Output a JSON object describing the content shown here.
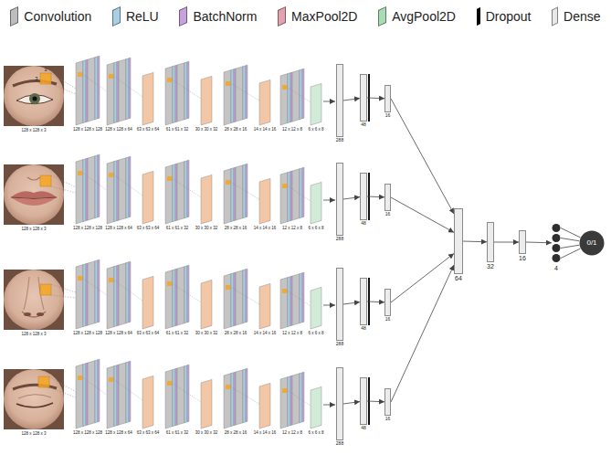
{
  "diagram": {
    "nodes": [
      {
        "text": [
          "288"
        ]
      },
      {
        "text": [
          "48"
        ]
      },
      {
        "text": [
          "16"
        ]
      },
      {
        "text": [
          "288"
        ]
      },
      {
        "text": [
          "48"
        ]
      },
      {
        "text": [
          "16"
        ]
      },
      {
        "text": [
          "288"
        ]
      },
      {
        "text": [
          "48"
        ]
      },
      {
        "text": [
          "16"
        ]
      },
      {
        "text": [
          "288"
        ]
      },
      {
        "text": [
          "48"
        ]
      },
      {
        "text": [
          "16"
        ]
      },
      {
        "text": [
          "64"
        ]
      },
      {
        "text": [
          "32"
        ]
      },
      {
        "text": [
          "16"
        ]
      },
      {
        "text": [
          "4"
        ]
      },
      {
        "text": [
          "0/1"
        ]
      }
    ],
    "edges": [
      {
        "from": 0,
        "to": 1,
        "arrow": "to"
      },
      {
        "from": 1,
        "to": 2,
        "arrow": "to"
      },
      {
        "from": 2,
        "to": 12,
        "arrow": "to"
      },
      {
        "from": 3,
        "to": 4,
        "arrow": "to"
      },
      {
        "from": 4,
        "to": 5,
        "arrow": "to"
      },
      {
        "from": 5,
        "to": 12,
        "arrow": "to"
      },
      {
        "from": 6,
        "to": 7,
        "arrow": "to"
      },
      {
        "from": 7,
        "to": 8,
        "arrow": "to"
      },
      {
        "from": 8,
        "to": 12,
        "arrow": "to"
      },
      {
        "from": 9,
        "to": 10,
        "arrow": "to"
      },
      {
        "from": 10,
        "to": 11,
        "arrow": "to"
      },
      {
        "from": 11,
        "to": 12,
        "arrow": "to"
      },
      {
        "from": 12,
        "to": 13,
        "arrow": "to"
      },
      {
        "from": 13,
        "to": 14,
        "arrow": "to"
      },
      {
        "from": 14,
        "to": 15,
        "arrow": "to"
      },
      {
        "from": 15,
        "to": 16,
        "arrow": "none"
      }
    ],
    "labels": [
      "3",
      "3",
      "128 x 128 x 3",
      "128 x 128 x 128",
      "128 x 128 x 64",
      "63 x 63 x 64",
      "61 x 61 x 32",
      "30 x 30 x 32",
      "28 x 28 x 16",
      "14 x 14 x 16",
      "12 x 12 x 8",
      "6 x 6 x 8",
      "128 x 128 x 3",
      "128 x 128 x 128",
      "128 x 128 x 64",
      "63 x 63 x 64",
      "61 x 61 x 32",
      "30 x 30 x 32",
      "28 x 28 x 16",
      "14 x 14 x 16",
      "12 x 12 x 8",
      "6 x 6 x 8",
      "128 x 128 x 3",
      "128 x 128 x 128",
      "128 x 128 x 64",
      "63 x 63 x 64",
      "61 x 61 x 32",
      "30 x 30 x 32",
      "28 x 28 x 16",
      "14 x 14 x 16",
      "12 x 12 x 8",
      "6 x 6 x 8",
      "128 x 128 x 3",
      "128 x 128 x 128",
      "128 x 128 x 64",
      "63 x 63 x 64",
      "61 x 61 x 32",
      "30 x 30 x 32",
      "28 x 28 x 16",
      "14 x 14 x 16",
      "12 x 12 x 8",
      "6 x 6 x 8"
    ],
    "legend": [
      {
        "text": "Convolution",
        "color": "#bdbdbd"
      },
      {
        "text": "ReLU",
        "color": "#a8cfe3"
      },
      {
        "text": "BatchNorm",
        "color": "#c7a3dd"
      },
      {
        "text": "MaxPool2D",
        "color": "#e3a2b0"
      },
      {
        "text": "AvgPool2D",
        "color": "#a8dcb5"
      },
      {
        "text": "Dropout",
        "color": "#000000"
      },
      {
        "text": "Dense",
        "color": "#e8e8e8"
      }
    ]
  }
}
